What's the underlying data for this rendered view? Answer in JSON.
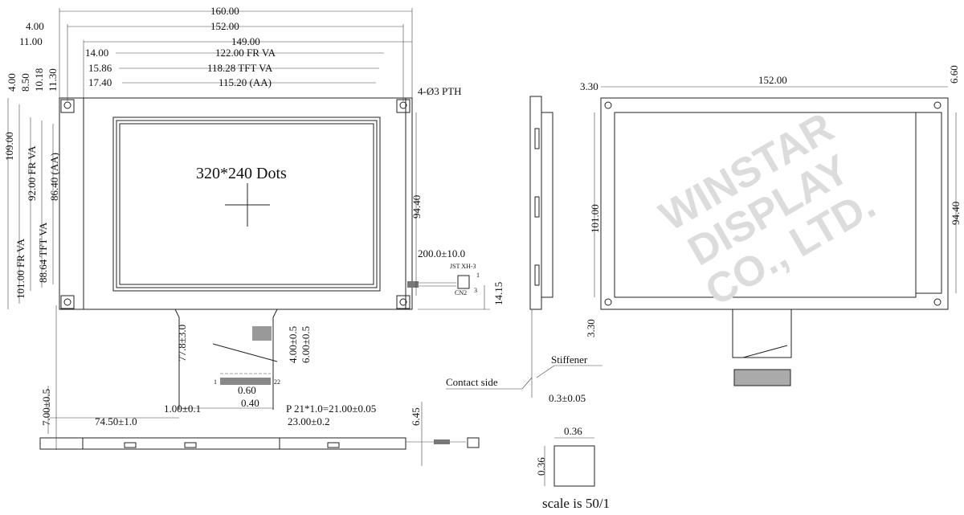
{
  "watermark": "WINSTAR DISPLAY CO., LTD.",
  "front_view": {
    "top_dims": [
      "160.00",
      "4.00",
      "152.00",
      "11.00",
      "149.00",
      "14.00",
      "122.00 FR VA",
      "15.86",
      "118.28  TFT VA",
      "17.40",
      "115.20 (AA)"
    ],
    "left_top_dims": [
      "4.00",
      "8.50",
      "10.18",
      "11.30"
    ],
    "left_dims": [
      "109.00",
      "101.00 FR VA",
      "92.00 FR VA",
      "88.64 TFT VA",
      "86.40 (AA)"
    ],
    "hole_label": "4-Ø3 PTH",
    "center_label": "320*240 Dots",
    "right_dim": "94.40",
    "cable_len": "200.0±10.0",
    "connector": "JST XH-3",
    "cn": "CN2",
    "pin1": "1",
    "pin3": "3",
    "cable_height": "14.15",
    "fpc_dims": [
      "77.8±3.0",
      "4.00±0.5",
      "6.00±0.5",
      "0.60",
      "0.40",
      "1.00±0.1",
      "P 21*1.0=21.00±0.05",
      "23.00±0.2",
      "74.50±1.0",
      "7.00±0.5",
      "6.45"
    ],
    "pin_first": "1",
    "pin_last": "22"
  },
  "side_view": {
    "contact": "Contact side",
    "stiffener": "Stiffener",
    "thickness": "0.3±0.05"
  },
  "back_view": {
    "top_dim": "152.00",
    "left_top": "3.30",
    "right_top": "6.60",
    "left_dim": "101.00",
    "right_dim": "94.40",
    "left_bottom": "3.30"
  },
  "detail": {
    "w": "0.36",
    "h": "0.36",
    "scale": "scale is 50/1"
  }
}
